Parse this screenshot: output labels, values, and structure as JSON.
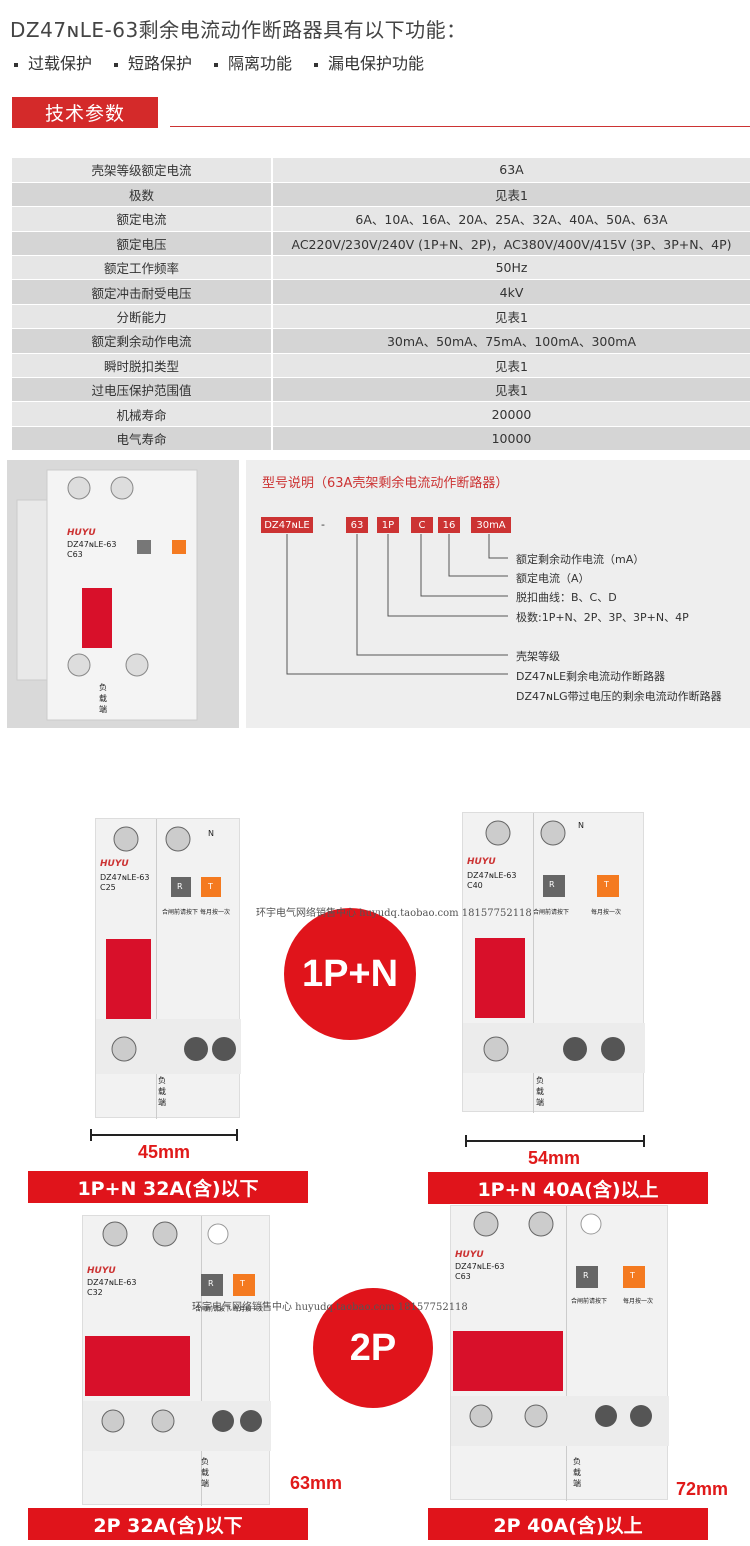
{
  "header": {
    "title": "DZ47ɴLE-63剩余电流动作断路器具有以下功能："
  },
  "features": [
    "过载保护",
    "短路保护",
    "隔离功能",
    "漏电保护功能"
  ],
  "section": {
    "title": "技术参数"
  },
  "specs": [
    {
      "k": "壳架等级额定电流",
      "v": "63A"
    },
    {
      "k": "极数",
      "v": "见表1"
    },
    {
      "k": "额定电流",
      "v": "6A、10A、16A、20A、25A、32A、40A、50A、63A"
    },
    {
      "k": "额定电压",
      "v": "AC220V/230V/240V (1P+N、2P)，AC380V/400V/415V (3P、3P+N、4P)"
    },
    {
      "k": "额定工作频率",
      "v": "50Hz"
    },
    {
      "k": "额定冲击耐受电压",
      "v": "4kV"
    },
    {
      "k": "分断能力",
      "v": "见表1"
    },
    {
      "k": "额定剩余动作电流",
      "v": "30mA、50mA、75mA、100mA、300mA"
    },
    {
      "k": "瞬时脱扣类型",
      "v": "见表1"
    },
    {
      "k": "过电压保护范围值",
      "v": "见表1"
    },
    {
      "k": "机械寿命",
      "v": "20000"
    },
    {
      "k": "电气寿命",
      "v": "10000"
    }
  ],
  "model": {
    "title": "型号说明（63A壳架剩余电流动作断路器）",
    "codes": [
      "DZ47ɴLE",
      "-",
      "63",
      "1P",
      "C",
      "16",
      "30mA"
    ],
    "explanations": [
      "额定剩余动作电流（mA）",
      "额定电流（A）",
      "脱扣曲线：B、C、D",
      "极数:1P+N、2P、3P、3P+N、4P",
      "壳架等级",
      "DZ47ɴLE剩余电流动作断路器",
      "DZ47ɴLG带过电压的剩余电流动作断路器"
    ]
  },
  "product_photo": {
    "brand": "HUYU",
    "model": "DZ47ɴLE-63",
    "rating": "C63",
    "load_label": "负载端"
  },
  "variants": {
    "circle1": "1P+N",
    "circle2": "2P",
    "dims": [
      "45mm",
      "54mm",
      "63mm",
      "72mm"
    ],
    "banners": [
      "1P+N 32A(含)以下",
      "1P+N 40A(含)以上",
      "2P 32A(含)以下",
      "2P 40A(含)以上"
    ],
    "ratings": [
      "C25",
      "C40",
      "C32",
      "C63"
    ],
    "brand": "HUYU",
    "model": "DZ47ɴLE-63",
    "btn_r": "R",
    "btn_t": "T",
    "lbl_close": "合闸前请按下",
    "lbl_monthly": "每月按一次",
    "lbl_n": "N",
    "lbl_load": "负载端"
  },
  "watermark": "环宇电气网络销售中心 huyudq.taobao.com 18157752118"
}
